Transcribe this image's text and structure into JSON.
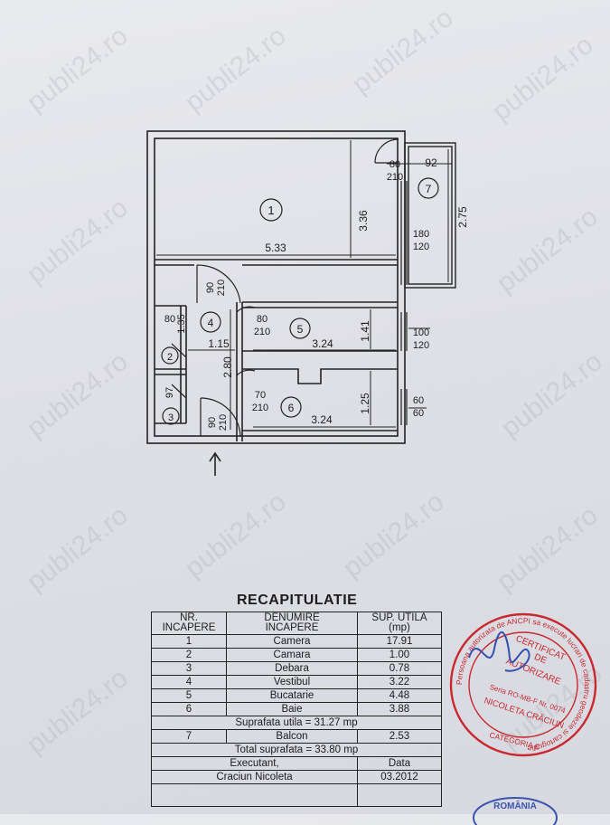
{
  "watermark": "publi24.ro",
  "plan": {
    "dims": {
      "room1_width": "5.33",
      "room1_height": "3.36",
      "door_top_w": "80",
      "door_top_h": "210",
      "balcony_width": "92",
      "balcony_height": "2.75",
      "window_room1_w": "180",
      "window_room1_h": "120",
      "door_hall_w": "90",
      "door_hall_h": "210",
      "door_kitchen_w": "80",
      "door_kitchen_h": "210",
      "kitchen_width": "3.24",
      "kitchen_height": "1.41",
      "window_kitchen_w": "100",
      "window_kitchen_h": "120",
      "closet2_w": "80",
      "closet2_h": "1.35",
      "hall_width": "1.15",
      "hall_length": "2.80",
      "closet3_w": "97",
      "door_bath_w": "70",
      "door_bath_h": "210",
      "bath_width": "3.24",
      "bath_height": "1.25",
      "window_bath_w": "60",
      "window_bath_h": "60",
      "entry_door_w": "90",
      "entry_door_h": "210"
    },
    "rooms": {
      "r1": "1",
      "r2": "2",
      "r3": "3",
      "r4": "4",
      "r5": "5",
      "r6": "6",
      "r7": "7"
    }
  },
  "recap": {
    "title": "RECAPITULATIE",
    "headers": {
      "nr": [
        "NR.",
        "INCAPERE"
      ],
      "name": [
        "DENUMIRE",
        "INCAPERE"
      ],
      "area": [
        "SUP. UTILA",
        "(mp)"
      ]
    },
    "rows": [
      {
        "nr": "1",
        "name": "Camera",
        "area": "17.91"
      },
      {
        "nr": "2",
        "name": "Camara",
        "area": "1.00"
      },
      {
        "nr": "3",
        "name": "Debara",
        "area": "0.78"
      },
      {
        "nr": "4",
        "name": "Vestibul",
        "area": "3.22"
      },
      {
        "nr": "5",
        "name": "Bucatarie",
        "area": "4.48"
      },
      {
        "nr": "6",
        "name": "Baie",
        "area": "3.88"
      }
    ],
    "useful_total": "Suprafata utila  =  31.27 mp",
    "balcony": {
      "nr": "7",
      "name": "Balcon",
      "area": "2.53"
    },
    "total": "Total  suprafata  =  33.80 mp",
    "footer_headers": {
      "executant": "Executant,",
      "date": "Data"
    },
    "footer_values": {
      "executant": "Craciun Nicoleta",
      "date": "03.2012"
    }
  },
  "stamp": {
    "outer_text": "Persoana autorizata de ANCPI sa execute lucrari de cadastru geodezie si cartografie",
    "line1": "CERTIFICAT",
    "line2": "DE",
    "line3": "AUTORIZARE",
    "serial": "Seria RO-MB-F Nr. 0074",
    "name": "NICOLETA CRĂCIUN",
    "category": "CATEGORIA C",
    "color": "#c8282e"
  },
  "stamp2": {
    "text": "ROMÂNIA",
    "color": "#3a55b0"
  }
}
